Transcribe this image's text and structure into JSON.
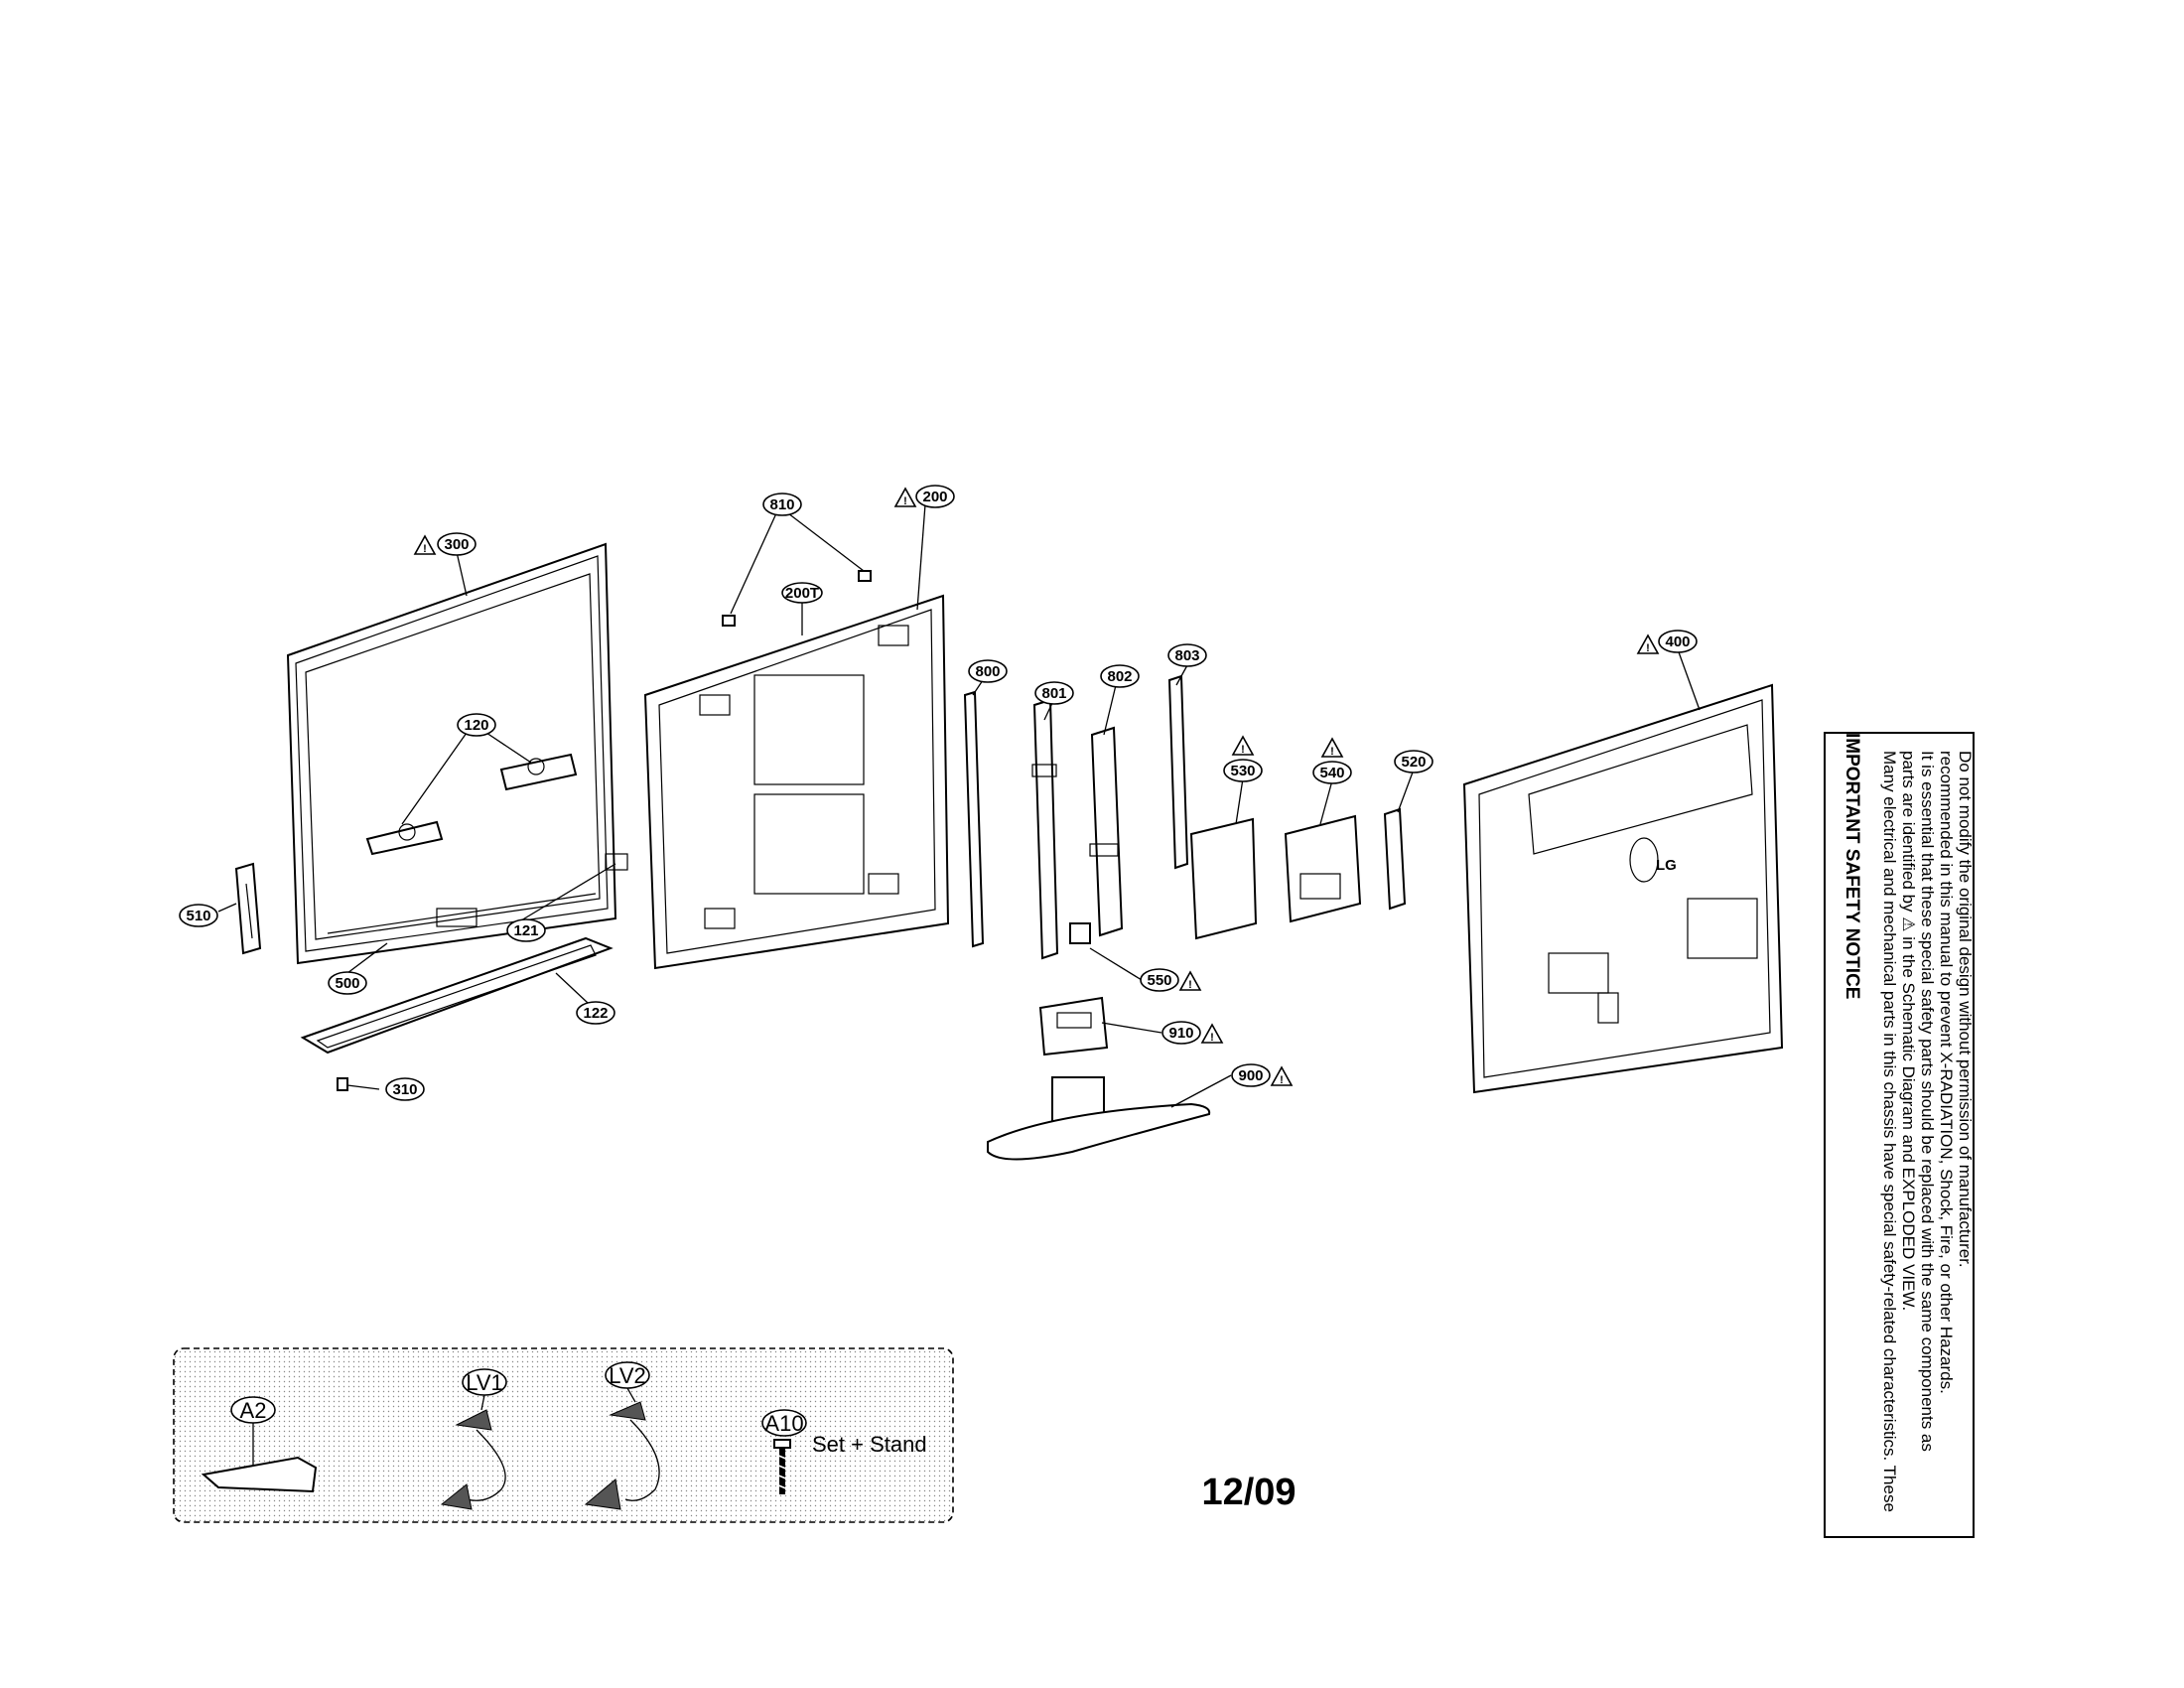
{
  "callouts": {
    "c300": "300",
    "c120": "120",
    "c510": "510",
    "c500": "500",
    "c121": "121",
    "c122": "122",
    "c310": "310",
    "c810": "810",
    "c200": "200",
    "c200T": "200T",
    "c800": "800",
    "c801": "801",
    "c802": "802",
    "c803": "803",
    "c530": "530",
    "c540": "540",
    "c520": "520",
    "c550": "550",
    "c910": "910",
    "c900": "900",
    "c400": "400"
  },
  "accessories": {
    "a2": "A2",
    "lv1": "LV1",
    "lv2": "LV2",
    "a10": "A10",
    "a10_note": "Set + Stand"
  },
  "brand_logo_text": "LG",
  "revision_date": "12/09",
  "safety_notice": {
    "title": "IMPORTANT SAFETY NOTICE",
    "lines": [
      "Many electrical and mechanical parts in this chassis have special safety-related characteristics. These",
      "parts are identified by ⚠ in the Schematic Diagram and EXPLODED VIEW.",
      "It is essential that these special safety parts should be replaced with the same components as",
      "recommended in this manual to prevent X-RADIATION, Shock, Fire, or other Hazards.",
      "Do not modify the original design without permission of manufacturer."
    ]
  }
}
